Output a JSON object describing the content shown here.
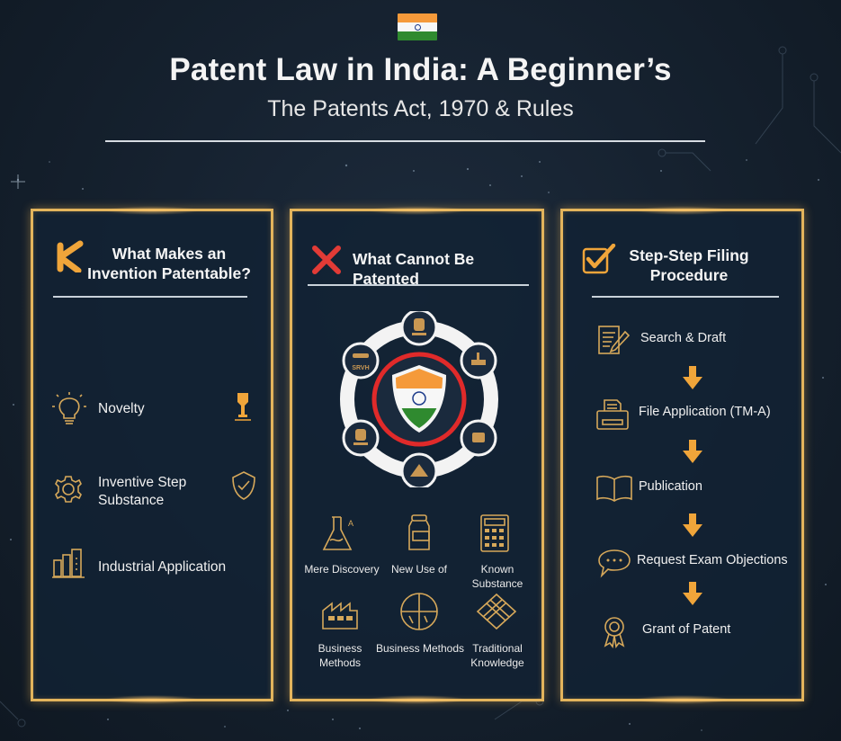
{
  "header": {
    "flag_icon": "india-flag",
    "title": "Patent Law in India: A Beginner’s",
    "subtitle": "The Patents Act, 1970 & Rules"
  },
  "colors": {
    "background": "#162230",
    "panel_border": "#e3b45c",
    "icon_gold": "#d6a85a",
    "accent_orange": "#f0a53a",
    "cross_red": "#e23b36",
    "saffron": "#f59a3a",
    "green": "#2f8a2f"
  },
  "panels": [
    {
      "icon": "k-tool-icon",
      "title_line1": "What Makes an",
      "title_line2": "Invention Patentable?",
      "items": [
        {
          "icon": "lightbulb-icon",
          "label": "Novelty",
          "side_icon": "stamp-icon"
        },
        {
          "icon": "gear-icon",
          "label_line1": "Inventive Step",
          "label_line2": "Substance",
          "side_icon": "shield-check-icon"
        },
        {
          "icon": "buildings-icon",
          "label": "Industrial Application"
        }
      ]
    },
    {
      "icon": "red-cross-icon",
      "title": "What Cannot Be Patented",
      "center_icon": "india-shield-icon",
      "ring_icons": [
        "emblem-icon",
        "basket-icon",
        "teapot-icon",
        "herbs-icon",
        "emblem-icon",
        "bowl-icon"
      ],
      "ring_text": "SRVH",
      "items": [
        {
          "icon": "flask-icon",
          "label": "Mere Discovery"
        },
        {
          "icon": "jar-icon",
          "label": "New Use of"
        },
        {
          "icon": "calculator-icon",
          "label": "Known Substance"
        },
        {
          "icon": "factory-icon",
          "label_line1": "Business",
          "label_line2": "Methods"
        },
        {
          "icon": "circle-quadrant-icon",
          "label": "Business Methods"
        },
        {
          "icon": "knot-icon",
          "label_line1": "Traditional",
          "label_line2": "Knowledge"
        }
      ]
    },
    {
      "icon": "checkbox-icon",
      "title_line1": "Step-Step Filing",
      "title_line2": "Procedure",
      "steps": [
        {
          "icon": "document-pen-icon",
          "label": "Search & Draft"
        },
        {
          "icon": "printer-icon",
          "label": "File Application (TM-A)"
        },
        {
          "icon": "book-icon",
          "label": "Publication"
        },
        {
          "icon": "speech-bubble-icon",
          "label": "Request Exam Objections"
        },
        {
          "icon": "award-ribbon-icon",
          "label": "Grant of Patent"
        }
      ]
    }
  ]
}
